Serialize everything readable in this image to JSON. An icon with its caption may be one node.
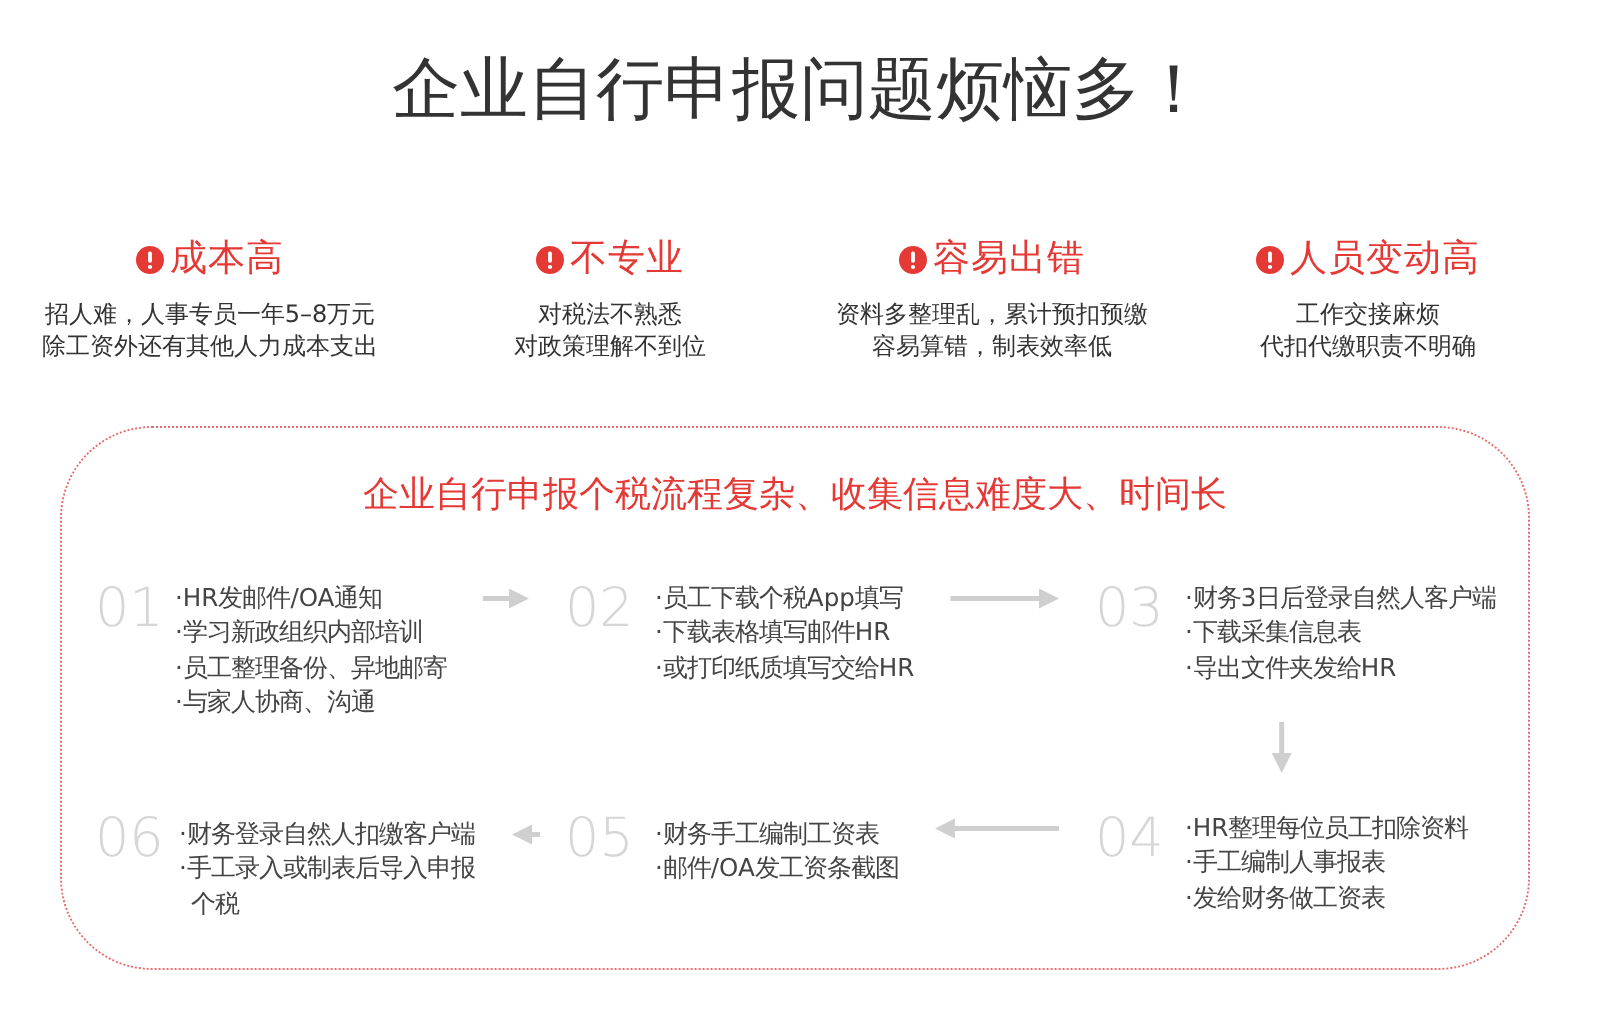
{
  "diagram": {
    "title": "企业自行申报问题烦恼多！",
    "nodes": [
      {
        "text": [
          "企业自行申报个税流程复杂、收集信息难度大、时间长"
        ]
      },
      {
        "text": [
          "01",
          "·HR发邮件/OA通知",
          "·学习新政组织内部培训",
          "·员工整理备份、异地邮寄",
          "·与家人协商、沟通"
        ],
        "in": 0
      },
      {
        "text": [
          "02",
          "·员工下载个税App填写",
          "·下载表格填写邮件HR",
          "·或打印纸质填写交给HR"
        ],
        "in": 0
      },
      {
        "text": [
          "03",
          "·财务3日后登录自然人客户端",
          "·下载采集信息表",
          "·导出文件夹发给HR"
        ],
        "in": 0
      },
      {
        "text": [
          "04",
          "·HR整理每位员工扣除资料",
          "·手工编制人事报表",
          "·发给财务做工资表"
        ],
        "in": 0
      },
      {
        "text": [
          "05",
          "·财务手工编制工资表",
          "·邮件/OA发工资条截图"
        ],
        "in": 0
      },
      {
        "text": [
          "06",
          "·财务登录自然人扣缴客户端",
          "·手工录入或制表后导入申报个税"
        ],
        "in": 0
      }
    ],
    "edges": [
      {
        "from": 1,
        "to": 2,
        "arrow": "to"
      },
      {
        "from": 2,
        "to": 3,
        "arrow": "to"
      },
      {
        "from": 3,
        "to": 4,
        "arrow": "to"
      },
      {
        "from": 4,
        "to": 5,
        "arrow": "to"
      },
      {
        "from": 5,
        "to": 6,
        "arrow": "to"
      }
    ],
    "labels": [
      "成本高",
      "招人难，人事专员一年5–8万元",
      "除工资外还有其他人力成本支出",
      "不专业",
      "对税法不熟悉",
      "对政策理解不到位",
      "容易出错",
      "资料多整理乱，累计预扣预缴",
      "容易算错，制表效率低",
      "人员变动高",
      "工作交接麻烦",
      "代扣代缴职责不明确"
    ]
  }
}
